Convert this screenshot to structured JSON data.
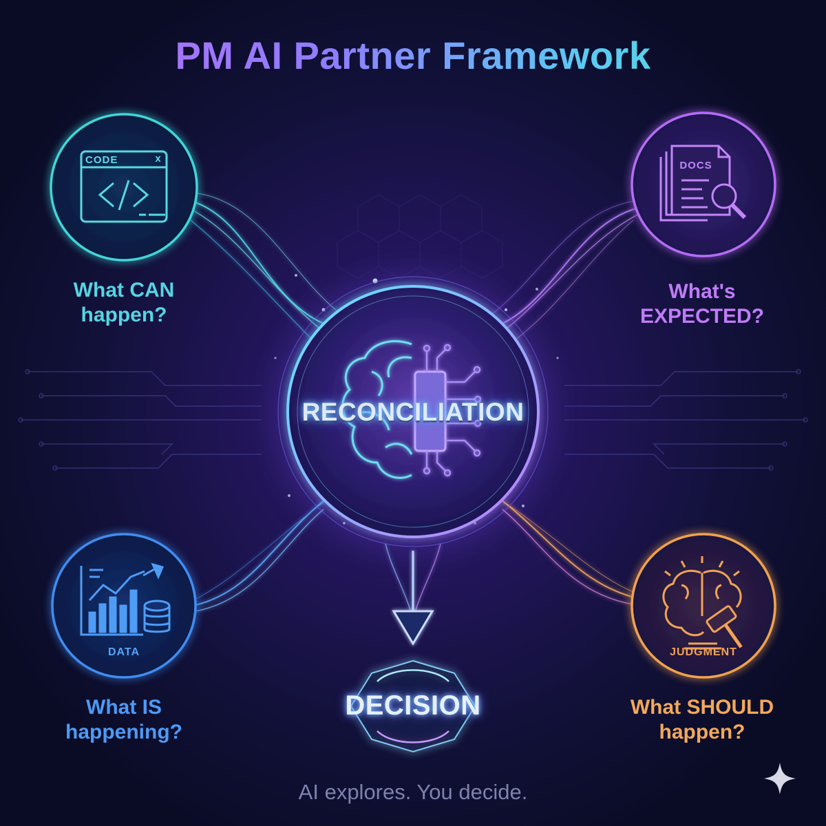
{
  "title": "PM AI Partner Framework",
  "center": {
    "label": "RECONCILIATION"
  },
  "nodes": {
    "code": {
      "icon_label": "CODE",
      "close_glyph": "x",
      "question_line1": "What CAN",
      "question_line2": "happen?",
      "color": "#3fd6d9"
    },
    "docs": {
      "icon_label": "DOCS",
      "question_line1": "What's",
      "question_line2": "EXPECTED?",
      "color": "#b56cf5"
    },
    "data": {
      "icon_label": "DATA",
      "question_line1": "What IS",
      "question_line2": "happening?",
      "color": "#3f8cf2"
    },
    "judgment": {
      "icon_label": "JUDGMENT",
      "question_line1": "What SHOULD",
      "question_line2": "happen?",
      "color": "#f0a24e"
    }
  },
  "decision": {
    "label": "DECISION"
  },
  "tagline": "AI explores. You decide.",
  "icons": [
    "code-window-icon",
    "docs-search-icon",
    "data-chart-icon",
    "judgment-brain-gavel-icon",
    "brain-chip-icon",
    "down-arrow-icon",
    "sparkle-icon"
  ]
}
